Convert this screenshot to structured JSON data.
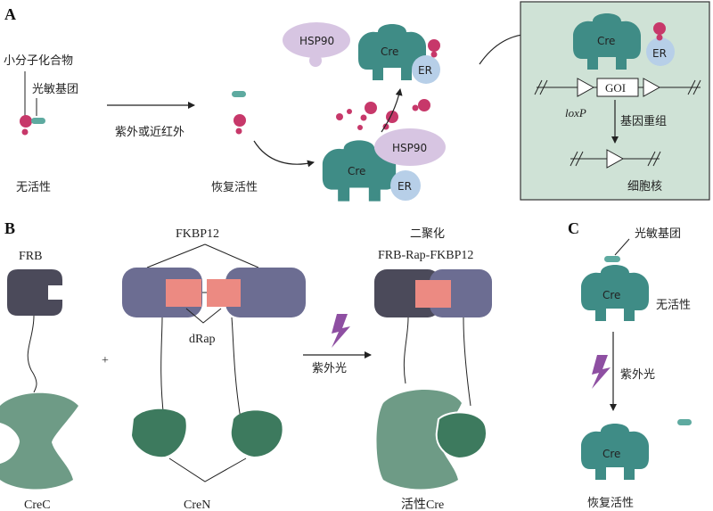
{
  "colors": {
    "cre_teal": "#3f8c86",
    "molecule_pink": "#c7386a",
    "group_teal": "#5eaaa0",
    "hsp90_lavender": "#d7c5e2",
    "er_blue": "#b7cfe8",
    "nucleus_bg": "#cfe2d6",
    "frb_dark": "#4b4a5a",
    "fkbp_purple": "#6c6d92",
    "drap_salmon": "#ec8a82",
    "cre_c_green": "#6e9b86",
    "cre_n_green": "#3d7a5e",
    "lightning_purple": "#8e4fa2"
  },
  "panel_a": {
    "letter": "A",
    "small_molecule_label": "小分子化合物",
    "photosensitive_group_label": "光敏基团",
    "inactive_label": "无活性",
    "uv_nir_label": "紫外或近红外",
    "restored_label": "恢复活性",
    "hsp90_label": "HSP90",
    "cre_label": "Cre",
    "er_label": "ER",
    "goi_label": "GOI",
    "loxp_label": "loxP",
    "recombination_label": "基因重组",
    "nucleus_label": "细胞核"
  },
  "panel_b": {
    "letter": "B",
    "frb_label": "FRB",
    "fkbp12_label": "FKBP12",
    "drap_label": "dRap",
    "plus_sign": "+",
    "uv_label": "紫外光",
    "dimerization_label": "二聚化",
    "complex_label": "FRB-Rap-FKBP12",
    "cre_c_label": "CreC",
    "cre_n_label": "CreN",
    "active_cre_label": "活性Cre"
  },
  "panel_c": {
    "letter": "C",
    "photosensitive_group_label": "光敏基团",
    "cre_label": "Cre",
    "inactive_label": "无活性",
    "uv_label": "紫外光",
    "cre_label_bottom": "Cre",
    "restored_label": "恢复活性"
  }
}
